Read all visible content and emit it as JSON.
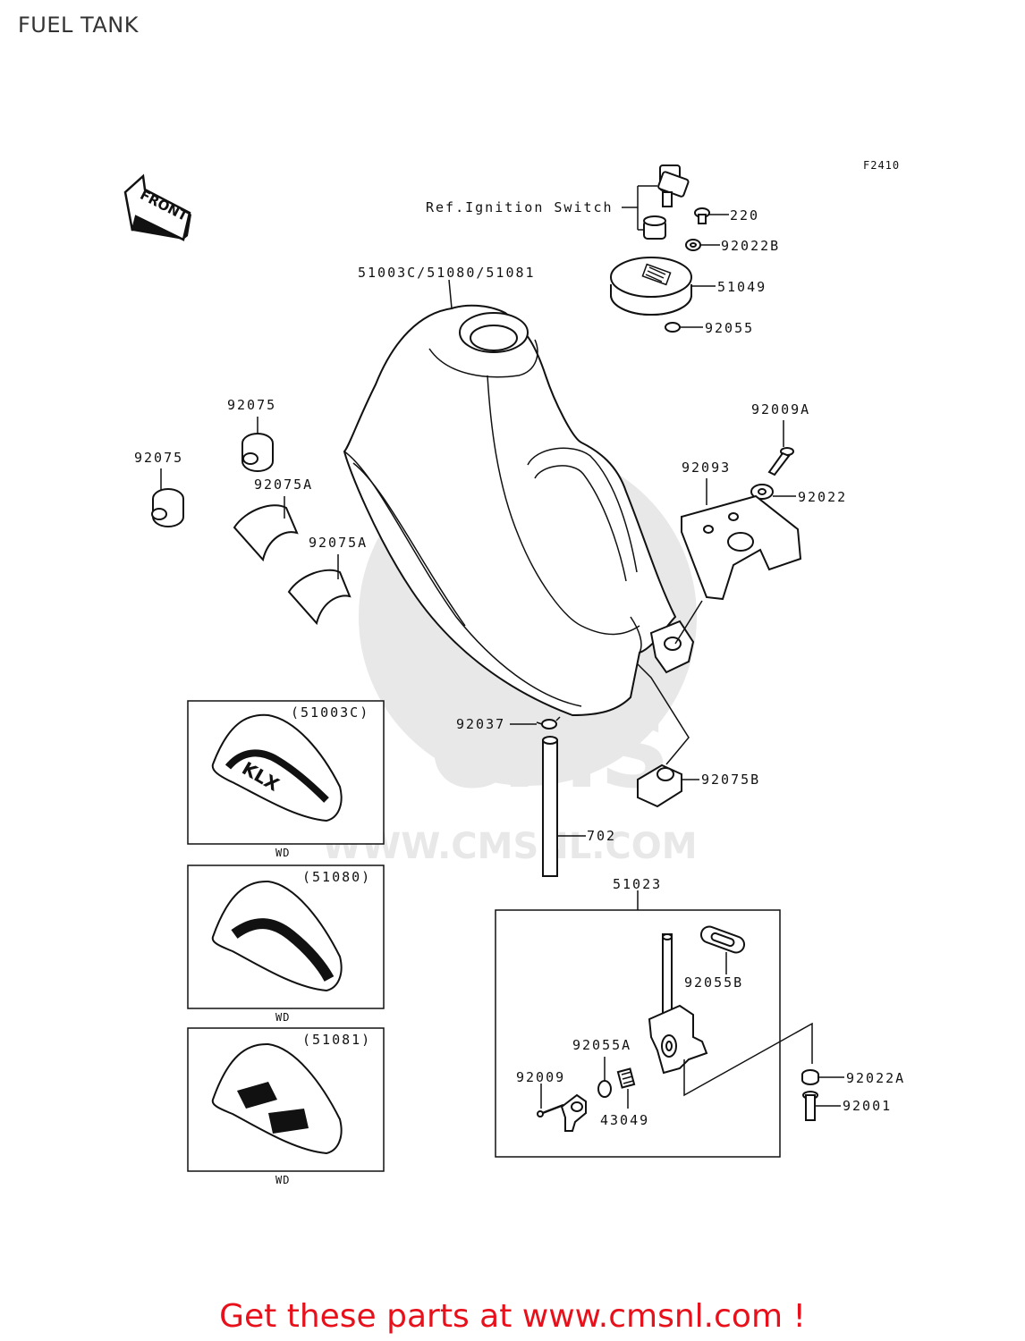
{
  "page": {
    "title": "FUEL TANK",
    "figure_code": "F2410",
    "footer_text": "Get these parts at www.cmsnl.com !",
    "footer_color": "#e8101a",
    "watermark": "WWW.CMSNL.COM"
  },
  "orientation": {
    "arrow_label": "FRONT"
  },
  "reference": {
    "ignition_switch": "Ref.Ignition Switch"
  },
  "callouts": {
    "screw_220": "220",
    "washer_92022B": "92022B",
    "cap_51049": "51049",
    "oring_92055": "92055",
    "tank": "51003C/51080/51081",
    "damper_92075_top": "92075",
    "damper_92075_left": "92075",
    "damper_92075A_1": "92075A",
    "damper_92075A_2": "92075A",
    "bolt_92009A": "92009A",
    "bracket_92093": "92093",
    "washer_92022": "92022",
    "clamp_92037": "92037",
    "hose_702": "702",
    "damper_92075B": "92075B",
    "cock_assy_51023": "51023",
    "gasket_92055B": "92055B",
    "oring_92055A": "92055A",
    "screw_92009": "92009",
    "filter_43049": "43049",
    "washer_92022A": "92022A",
    "bolt_92001": "92001"
  },
  "variants": [
    {
      "code": "(51003C)",
      "color": "WD"
    },
    {
      "code": "(51080)",
      "color": "WD"
    },
    {
      "code": "(51081)",
      "color": "WD"
    }
  ]
}
